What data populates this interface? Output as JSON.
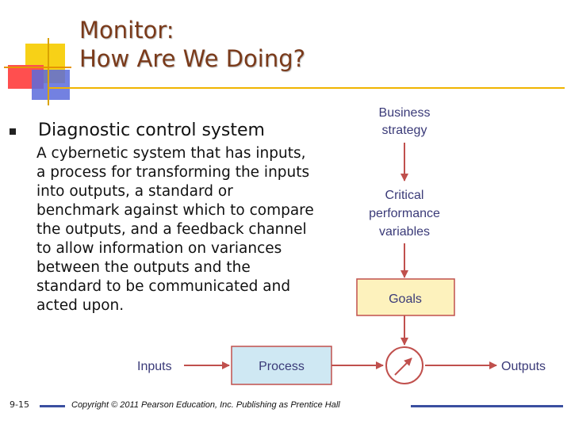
{
  "title": {
    "line1": "Monitor:",
    "line2": "How Are We Doing?"
  },
  "bullet": {
    "heading": "Diagnostic control system",
    "body": "A cybernetic system that has inputs,\na process for transforming the inputs\ninto outputs, a standard or\nbenchmark against which to compare\nthe outputs, and a feedback channel\nto allow information on variances\nbetween the outputs and the\nstandard to be communicated and\nacted upon."
  },
  "diagram": {
    "business_strategy": [
      "Business",
      "strategy"
    ],
    "critical_variables": [
      "Critical",
      "performance",
      "variables"
    ],
    "goals": "Goals",
    "inputs": "Inputs",
    "process": "Process",
    "outputs": "Outputs",
    "colors": {
      "box_fill": "#cfe8f3",
      "goals_fill": "#fdf2bd",
      "arrow": "#c0504d",
      "label": "#3a3a78"
    }
  },
  "footer": {
    "slide_number": "9-15",
    "copyright": "Copyright © 2011 Pearson Education, Inc. Publishing as Prentice Hall"
  }
}
